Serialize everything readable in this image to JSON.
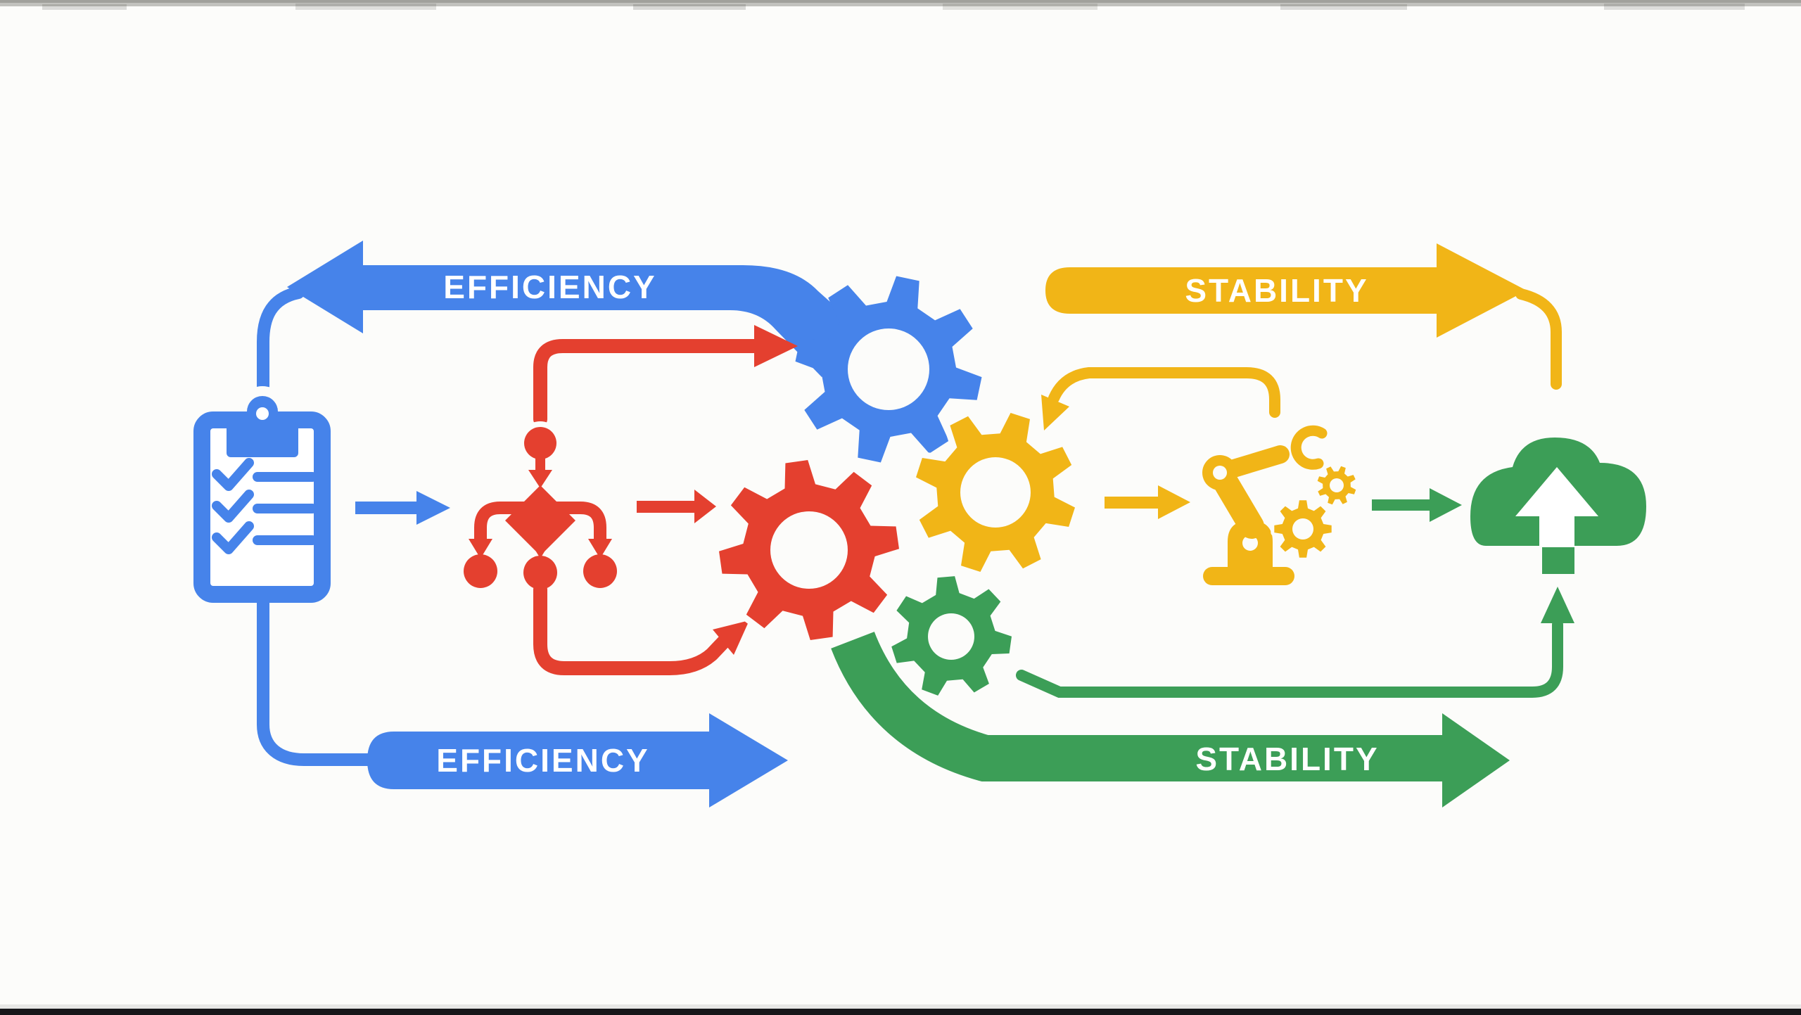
{
  "title": "process-efficiency-stability-diagram",
  "colors": {
    "blue": "#4683EA",
    "red": "#E4402F",
    "yellow": "#F1B517",
    "green": "#3C9E57",
    "label_text": "#FFFFFF",
    "background": "#FCFCFA",
    "edge_dark": "#17171A"
  },
  "labels": {
    "efficiency_top": "EFFICIENCY",
    "efficiency_bottom": "EFFICIENCY",
    "stability_top": "STABILITY",
    "stability_bottom": "STABILITY"
  },
  "icons": {
    "clipboard": "checklist-clipboard-icon",
    "flowchart": "flowchart-icon",
    "blue_gear": "blue-gear-icon",
    "red_gear": "red-gear-icon",
    "yellow_gear": "yellow-gear-icon",
    "green_gear": "green-gear-icon",
    "robot_arm": "robot-arm-icon",
    "small_gears": "small-yellow-gears-icon",
    "cloud_upload": "cloud-upload-icon"
  }
}
